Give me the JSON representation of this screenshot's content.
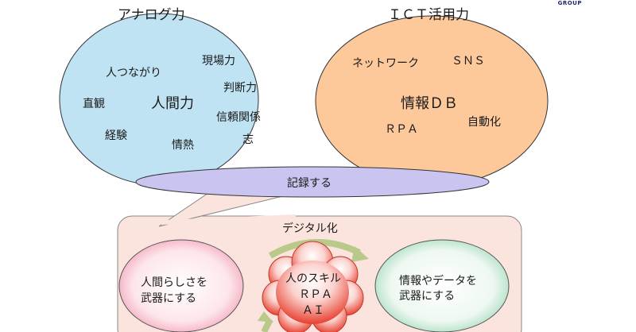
{
  "corner_logo": "GROUP",
  "analog": {
    "title": "アナログ力",
    "center": "人間力",
    "words": [
      "人つながり",
      "現場力",
      "直観",
      "判断力",
      "信頼関係",
      "経験",
      "情熱",
      "志"
    ]
  },
  "ict": {
    "title": "ＩＣＴ活用力",
    "center": "情報ＤＢ",
    "words": [
      "ネットワーク",
      "ＳＮＳ",
      "ＲＰＡ",
      "自動化"
    ]
  },
  "record": "記録する",
  "digital": {
    "title": "デジタル化",
    "left_lines": [
      "人間らしさを",
      "武器にする"
    ],
    "right_lines": [
      "情報やデータを",
      "武器にする"
    ],
    "cloud_lines": [
      "人のスキル",
      "ＲＰＡ",
      "ＡＩ"
    ]
  },
  "colors": {
    "analog_fill": "#bfe3f3",
    "ict_fill": "#fdc99a",
    "record_fill": "#c9c5f0",
    "panel_fill": "#fbe3de",
    "cloud_red": "#e8402f",
    "arrow_green": "#b9c98a"
  }
}
